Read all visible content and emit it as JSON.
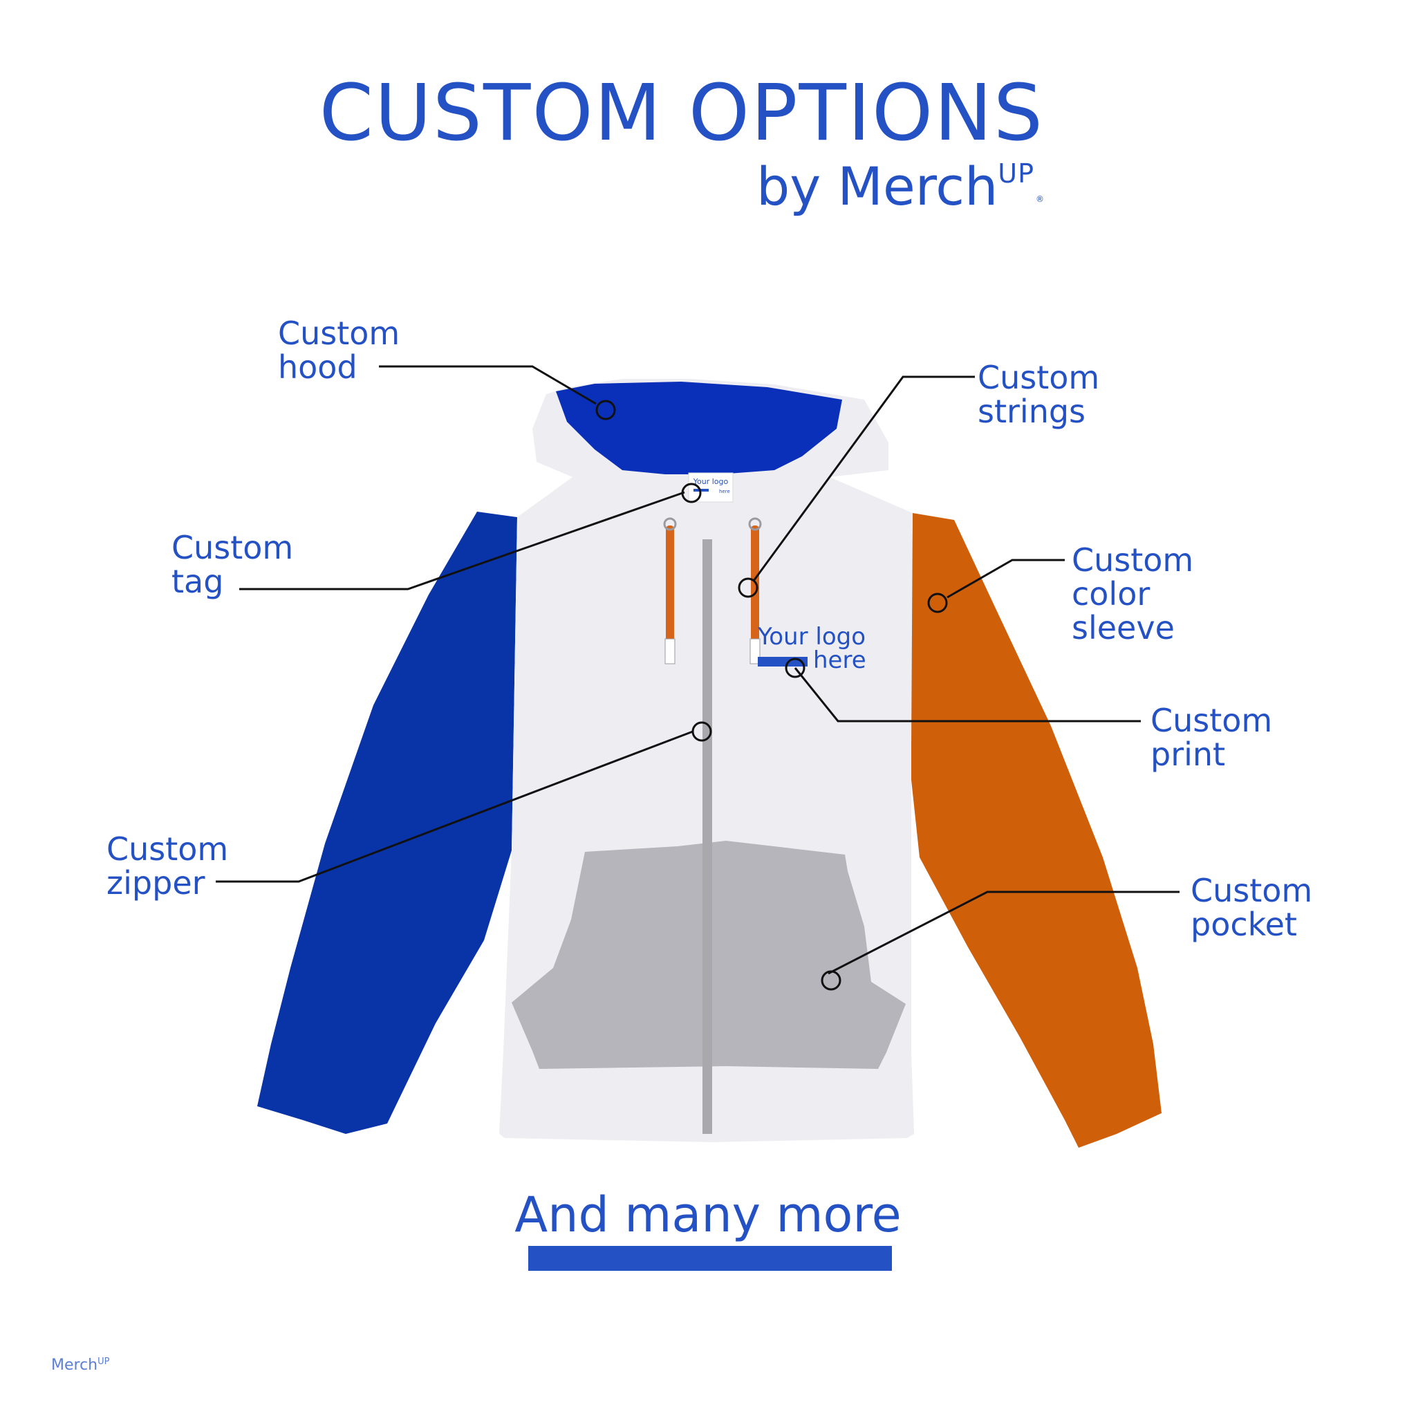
{
  "header": {
    "title": "CUSTOM OPTIONS",
    "subtitle_prefix": "by Merch",
    "subtitle_brand_up": "UP",
    "registered_mark": "®"
  },
  "hoodie": {
    "colors": {
      "body": "#eeedf2",
      "hood_lining": "#0a2fb8",
      "left_sleeve": "#0934a8",
      "right_sleeve": "#d05f0a",
      "pocket": "#b6b5bb",
      "zipper": "#a9a9ad",
      "strings": "#d6651a"
    },
    "neck_tag": {
      "line1": "Your logo",
      "line2": "here"
    },
    "chest_print": {
      "line1": "Your logo",
      "line2": "here"
    }
  },
  "labels": {
    "hood": "Custom\nhood",
    "strings": "Custom\nstrings",
    "tag": "Custom\ntag",
    "sleeve": "Custom\ncolor\nsleeve",
    "print": "Custom\nprint",
    "zipper": "Custom\nzipper",
    "pocket": "Custom\npocket"
  },
  "footer": {
    "cta": "And many more",
    "logo_text": "Merch",
    "logo_up": "UP"
  },
  "accent": "#2451c4"
}
